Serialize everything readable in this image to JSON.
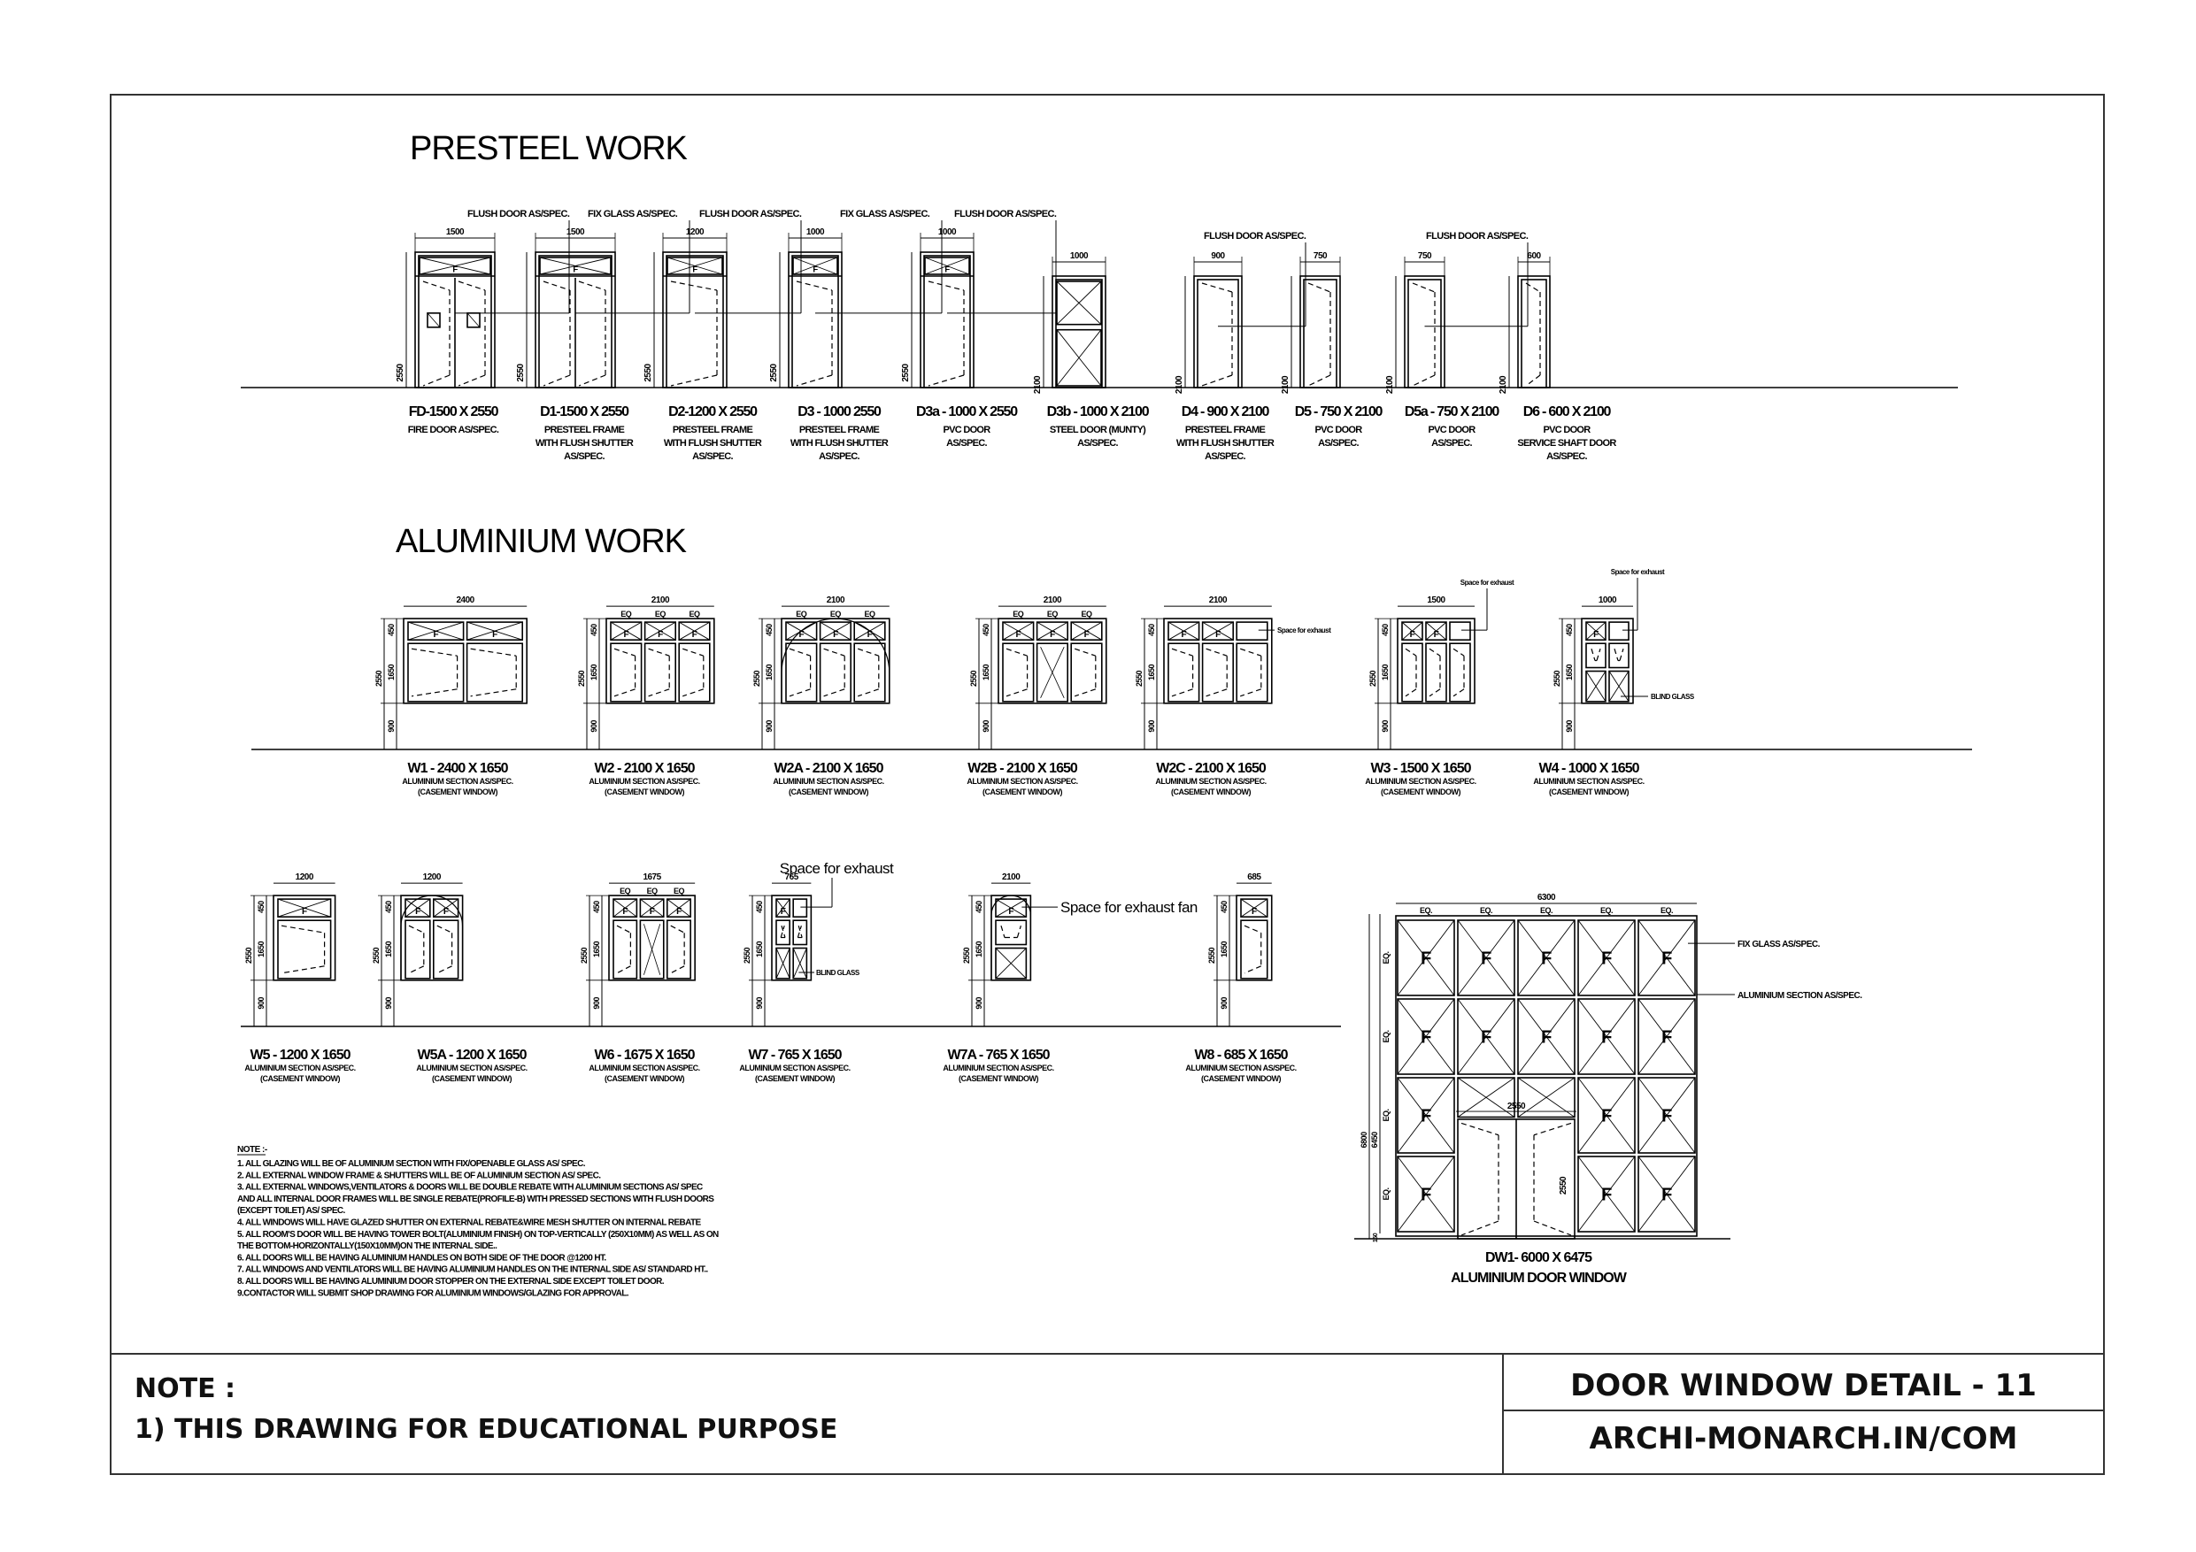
{
  "title_block": {
    "note_heading": "NOTE :",
    "note_line": "1) THIS DRAWING FOR EDUCATIONAL PURPOSE",
    "sheet_title": "DOOR WINDOW DETAIL - 11",
    "website": "ARCHI-MONARCH.IN/COM"
  },
  "presteel": {
    "heading": "PRESTEEL WORK",
    "callouts": [
      "FLUSH DOOR AS/SPEC.",
      "FIX GLASS AS/SPEC.",
      "FLUSH DOOR AS/SPEC.",
      "FIX GLASS AS/SPEC.",
      "FLUSH DOOR AS/SPEC.",
      "FLUSH DOOR AS/SPEC.",
      "FLUSH DOOR AS/SPEC."
    ],
    "doors": [
      {
        "code": "FD-1500 X 2550",
        "desc": [
          "FIRE DOOR AS/SPEC."
        ],
        "width_dim": "1500",
        "height_dim": "2550"
      },
      {
        "code": "D1-1500 X 2550",
        "desc": [
          "PRESTEEL FRAME",
          "WITH FLUSH SHUTTER",
          "AS/SPEC."
        ],
        "width_dim": "1500",
        "height_dim": "2550"
      },
      {
        "code": "D2-1200 X 2550",
        "desc": [
          "PRESTEEL FRAME",
          "WITH FLUSH SHUTTER",
          "AS/SPEC."
        ],
        "width_dim": "1200",
        "height_dim": "2550"
      },
      {
        "code": "D3 - 1000 2550",
        "desc": [
          "PRESTEEL FRAME",
          "WITH FLUSH SHUTTER",
          "AS/SPEC."
        ],
        "width_dim": "1000",
        "height_dim": "2550"
      },
      {
        "code": "D3a - 1000 X 2550",
        "desc": [
          "PVC DOOR",
          "AS/SPEC."
        ],
        "width_dim": "1000",
        "height_dim": "2550"
      },
      {
        "code": "D3b - 1000 X 2100",
        "desc": [
          "STEEL DOOR (MUNTY)",
          "AS/SPEC."
        ],
        "width_dim": "1000",
        "height_dim": "2100"
      },
      {
        "code": "D4 - 900 X 2100",
        "desc": [
          "PRESTEEL FRAME",
          "WITH FLUSH SHUTTER",
          "AS/SPEC."
        ],
        "width_dim": "900",
        "height_dim": "2100"
      },
      {
        "code": "D5 - 750 X 2100",
        "desc": [
          "PVC DOOR",
          "AS/SPEC."
        ],
        "width_dim": "750",
        "height_dim": "2100"
      },
      {
        "code": "D5a - 750 X 2100",
        "desc": [
          "PVC DOOR",
          "AS/SPEC."
        ],
        "width_dim": "750",
        "height_dim": "2100"
      },
      {
        "code": "D6 - 600 X 2100",
        "desc": [
          "PVC DOOR",
          "SERVICE SHAFT DOOR",
          "AS/SPEC."
        ],
        "width_dim": "600",
        "height_dim": "2100"
      }
    ]
  },
  "aluminium": {
    "heading": "ALUMINIUM WORK",
    "windows_row1": [
      {
        "code": "W1 - 2400 X 1650",
        "desc": [
          "ALUMINIUM SECTION AS/SPEC.",
          "(CASEMENT WINDOW)"
        ],
        "width_dim": "2400"
      },
      {
        "code": "W2 - 2100 X 1650",
        "desc": [
          "ALUMINIUM SECTION AS/SPEC.",
          "(CASEMENT WINDOW)"
        ],
        "width_dim": "2100"
      },
      {
        "code": "W2A - 2100 X 1650",
        "desc": [
          "ALUMINIUM SECTION AS/SPEC.",
          "(CASEMENT WINDOW)"
        ],
        "width_dim": "2100"
      },
      {
        "code": "W2B - 2100 X 1650",
        "desc": [
          "ALUMINIUM SECTION AS/SPEC.",
          "(CASEMENT WINDOW)"
        ],
        "width_dim": "2100"
      },
      {
        "code": "W2C - 2100 X 1650",
        "desc": [
          "ALUMINIUM SECTION AS/SPEC.",
          "(CASEMENT WINDOW)"
        ],
        "width_dim": "2100"
      },
      {
        "code": "W3 - 1500 X 1650",
        "desc": [
          "ALUMINIUM SECTION AS/SPEC.",
          "(CASEMENT WINDOW)"
        ],
        "width_dim": "1500"
      },
      {
        "code": "W4 - 1000 X 1650",
        "desc": [
          "ALUMINIUM SECTION AS/SPEC.",
          "(CASEMENT WINDOW)"
        ],
        "width_dim": "1000"
      }
    ],
    "windows_row2": [
      {
        "code": "W5 - 1200 X 1650",
        "desc": [
          "ALUMINIUM SECTION AS/SPEC.",
          "(CASEMENT WINDOW)"
        ],
        "width_dim": "1200"
      },
      {
        "code": "W5A - 1200 X 1650",
        "desc": [
          "ALUMINIUM SECTION AS/SPEC.",
          "(CASEMENT WINDOW)"
        ],
        "width_dim": "1200"
      },
      {
        "code": "W6 - 1675 X 1650",
        "desc": [
          "ALUMINIUM SECTION AS/SPEC.",
          "(CASEMENT WINDOW)"
        ],
        "width_dim": "1675"
      },
      {
        "code": "W7 - 765 X 1650",
        "desc": [
          "ALUMINIUM SECTION AS/SPEC.",
          "(CASEMENT WINDOW)"
        ],
        "width_dim": "765"
      },
      {
        "code": "W7A - 765 X 1650",
        "desc": [
          "ALUMINIUM SECTION AS/SPEC.",
          "(CASEMENT WINDOW)"
        ],
        "width_dim": "2100"
      },
      {
        "code": "W8 - 685 X 1650",
        "desc": [
          "ALUMINIUM SECTION AS/SPEC.",
          "(CASEMENT WINDOW)"
        ],
        "width_dim": "685"
      }
    ],
    "window_dims": {
      "sill": "900",
      "window": "1650",
      "total": "2550",
      "transom": "450",
      "eq": "EQ"
    },
    "callouts": {
      "exhaust_small": "Space for exhaust",
      "blind_glass": "BLIND GLASS",
      "exhaust_large": "Space for exhaust",
      "exhaust_fan": "Space for exhaust fan"
    },
    "dw1": {
      "code": "DW1- 6000 X 6475",
      "desc": "ALUMINIUM DOOR WINDOW",
      "fix_glass": "FIX GLASS AS/SPEC.",
      "section": "ALUMINIUM SECTION AS/SPEC.",
      "width_dim": "6300",
      "eq": "EQ.",
      "height_dim": "6800",
      "inner_height_dim": "6450",
      "base_dim": "150",
      "door_width_dim": "2550",
      "door_height_dim": "2550",
      "pane_mark": "F"
    },
    "pane_mark": "F"
  },
  "notes": {
    "heading": "NOTE :-",
    "items": [
      "1. ALL GLAZING WILL BE OF ALUMINIUM SECTION WITH FIX/OPENABLE GLASS AS/ SPEC.",
      "2. ALL EXTERNAL WINDOW FRAME & SHUTTERS WILL BE OF ALUMINIUM SECTION AS/ SPEC.",
      "3. ALL EXTERNAL WINDOWS,VENTILATORS & DOORS WILL BE DOUBLE REBATE WITH  ALUMINIUM SECTIONS AS/ SPEC",
      "   AND   ALL INTERNAL DOOR FRAMES WILL BE SINGLE REBATE(PROFILE-B) WITH PRESSED SECTIONS WITH FLUSH DOORS",
      "   (EXCEPT TOILET) AS/ SPEC.",
      "4. ALL WINDOWS WILL HAVE GLAZED SHUTTER ON EXTERNAL REBATE&WIRE MESH SHUTTER ON INTERNAL REBATE",
      "5. ALL ROOM'S DOOR WILL BE HAVING TOWER BOLT(ALUMINIUM FINISH) ON TOP-VERTICALLY (250X10MM) AS WELL AS ON",
      "THE BOTTOM-HORIZONTALLY(150X10MM)ON THE INTERNAL SIDE..",
      "6. ALL DOORS WILL BE HAVING ALUMINIUM HANDLES ON BOTH SIDE OF THE DOOR @1200 HT.",
      "7. ALL WINDOWS AND VENTILATORS WILL BE HAVING ALUMINIUM HANDLES ON THE INTERNAL SIDE AS/ STANDARD HT..",
      "8. ALL DOORS WILL BE HAVING ALUMINIUM DOOR STOPPER ON THE EXTERNAL SIDE EXCEPT  TOILET DOOR.",
      "9.CONTACTOR WILL SUBMIT SHOP DRAWING FOR ALUMINIUM WINDOWS/GLAZING FOR APPROVAL."
    ]
  }
}
